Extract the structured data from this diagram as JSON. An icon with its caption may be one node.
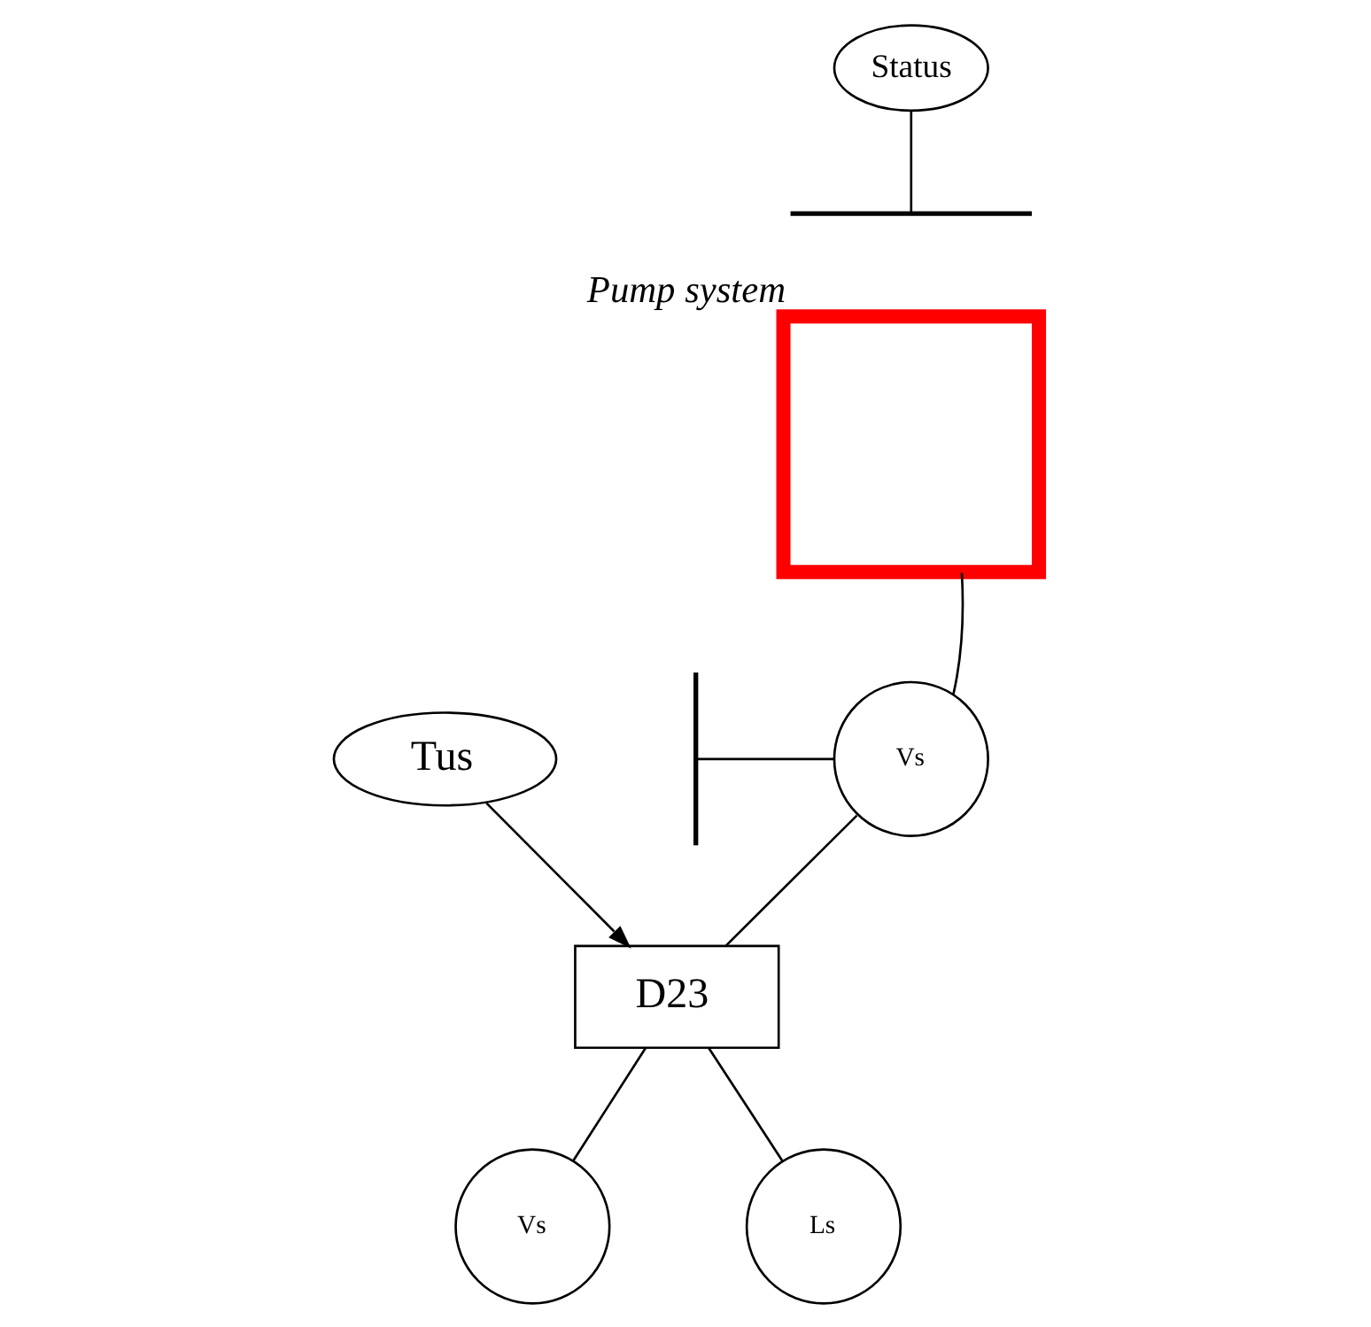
{
  "diagram": {
    "nodes": [
      {
        "text": [
          "Status"
        ]
      },
      {
        "text": [],
        "shape": "bar"
      },
      {
        "text": [],
        "shape": "box",
        "beside": [
          "Pump system"
        ]
      },
      {
        "text": [],
        "shape": "bar"
      },
      {
        "text": [
          "Vs"
        ]
      },
      {
        "text": [
          "D23"
        ]
      },
      {
        "text": [
          "Tus"
        ]
      },
      {
        "text": [
          "Vs"
        ]
      },
      {
        "text": [
          "Ls"
        ]
      }
    ],
    "edges": [
      {
        "from": 0,
        "to": 1,
        "arrow": "none"
      },
      {
        "from": 3,
        "to": 4,
        "arrow": "none"
      },
      {
        "from": 4,
        "to": 2,
        "arrow": "none"
      },
      {
        "from": 4,
        "to": 5,
        "arrow": "none"
      },
      {
        "from": 6,
        "to": 5,
        "arrow": "to"
      },
      {
        "from": 5,
        "to": 7,
        "arrow": "none"
      },
      {
        "from": 5,
        "to": 8,
        "arrow": "none"
      }
    ]
  }
}
